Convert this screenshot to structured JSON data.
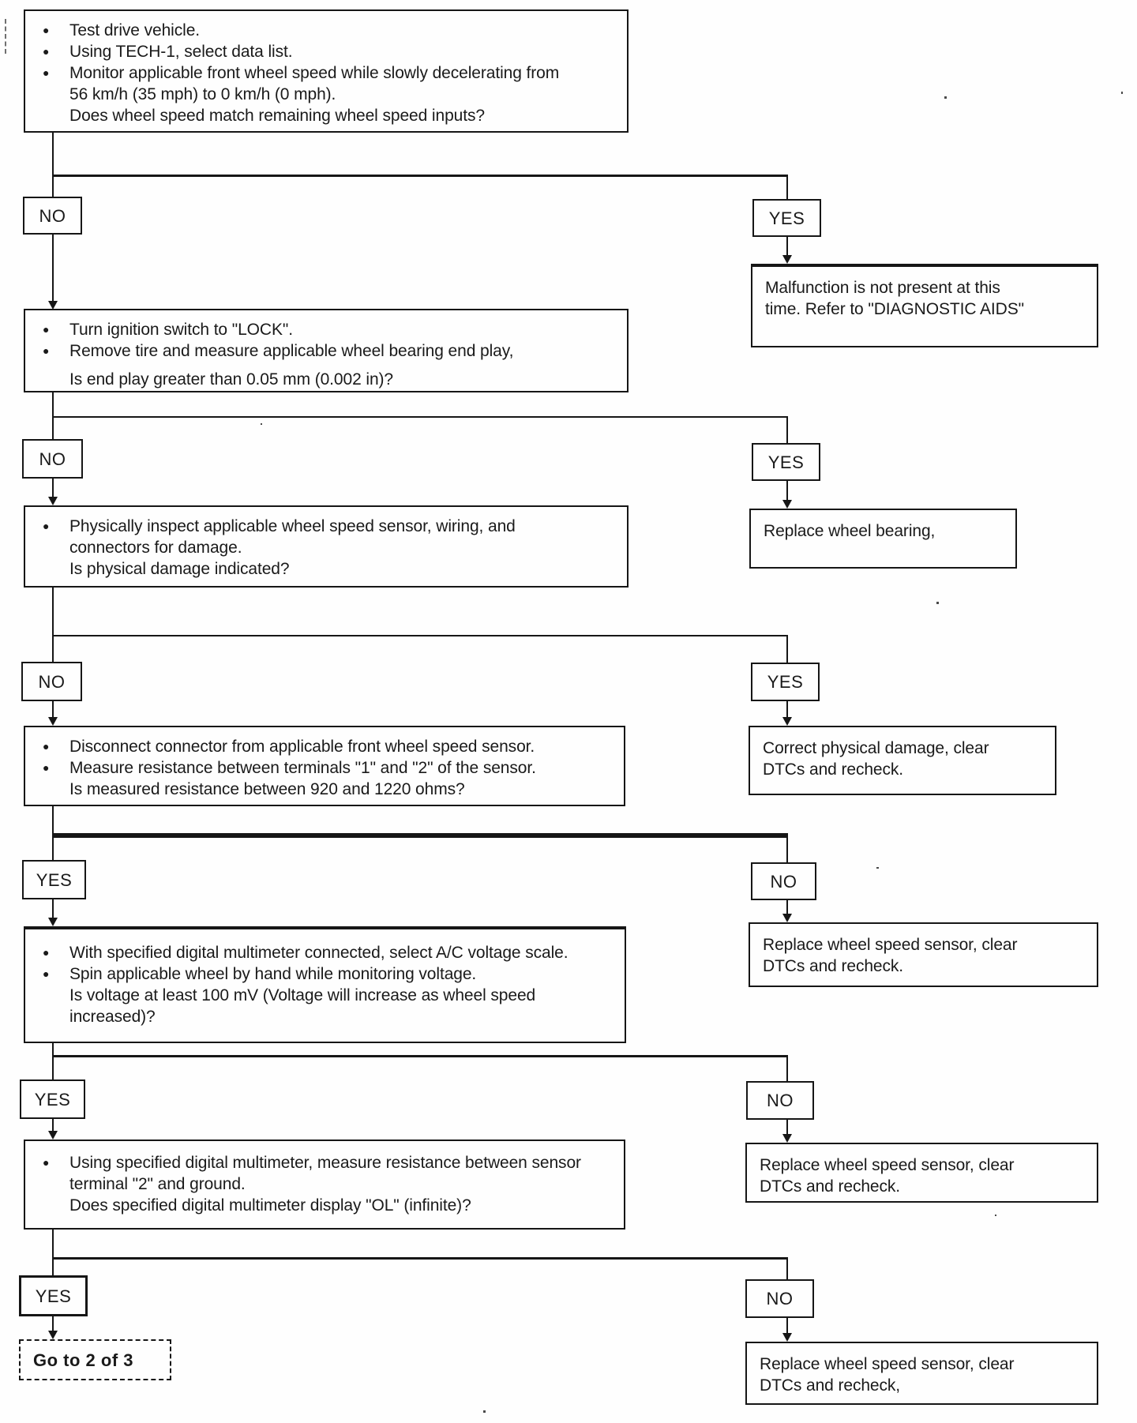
{
  "labels": {
    "no": "NO",
    "yes": "YES"
  },
  "icons": {
    "bullet": "●"
  },
  "nodes": {
    "q1": {
      "bullets": [
        "Test drive vehicle.",
        "Using TECH-1, select data list.",
        "Monitor applicable front wheel speed while slowly decelerating from\n56 km/h (35 mph) to 0 km/h (0 mph)."
      ],
      "question": "Does wheel speed match remaining wheel speed inputs?"
    },
    "a1": {
      "text": "Malfunction is not present at this\ntime. Refer to \"DIAGNOSTIC AIDS\""
    },
    "q2": {
      "bullets": [
        "Turn ignition switch to \"LOCK\".",
        "Remove tire and measure applicable wheel bearing end play,"
      ],
      "question": "Is end play greater than 0.05 mm (0.002 in)?"
    },
    "a2": {
      "text": "Replace wheel bearing,"
    },
    "q3": {
      "bullets": [
        "Physically inspect applicable wheel speed sensor, wiring, and\nconnectors for damage."
      ],
      "question": "Is physical damage indicated?"
    },
    "a3": {
      "text": "Correct physical damage, clear\nDTCs and recheck."
    },
    "q4": {
      "bullets": [
        "Disconnect connector from applicable front wheel speed sensor.",
        "Measure resistance between terminals \"1\" and \"2\" of the sensor."
      ],
      "question": "Is measured resistance between 920 and 1220 ohms?"
    },
    "a4": {
      "text": "Replace wheel speed sensor, clear\nDTCs and recheck."
    },
    "q5": {
      "bullets": [
        "With specified digital multimeter connected, select A/C voltage scale.",
        "Spin applicable wheel by hand while monitoring voltage."
      ],
      "question": "Is voltage at least 100 mV (Voltage will increase as wheel speed\nincreased)?"
    },
    "a5": {
      "text": "Replace wheel speed sensor, clear\nDTCs and recheck."
    },
    "q6": {
      "bullets": [
        "Using specified digital multimeter, measure resistance between sensor\nterminal \"2\" and ground."
      ],
      "question": "Does specified digital multimeter display \"OL\" (infinite)?"
    },
    "a6": {
      "text": "Replace wheel speed sensor, clear\nDTCs and recheck,"
    },
    "goto": {
      "text": "Go to 2 of 3"
    }
  }
}
